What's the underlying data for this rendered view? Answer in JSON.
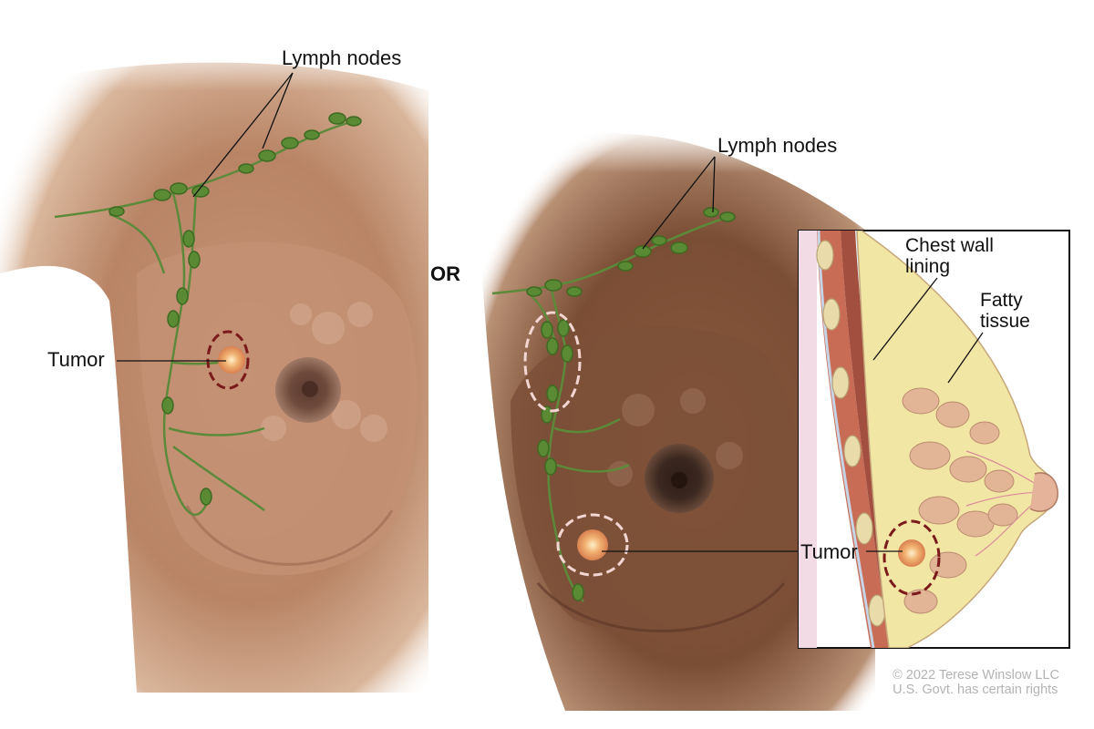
{
  "figure": {
    "separator": "OR",
    "left_panel": {
      "lymph_nodes_label": "Lymph nodes",
      "tumor_label": "Tumor"
    },
    "right_panel": {
      "lymph_nodes_label": "Lymph nodes",
      "tumor_label": "Tumor",
      "inset": {
        "chest_wall_label_line1": "Chest wall",
        "chest_wall_label_line2": "lining",
        "fatty_tissue_label_line1": "Fatty",
        "fatty_tissue_label_line2": "tissue"
      }
    },
    "credit": {
      "line1": "© 2022 Terese Winslow LLC",
      "line2": "U.S. Govt. has certain rights"
    },
    "colors": {
      "skin_light": "#d3a684",
      "skin_dark": "#8a5a3c",
      "lymph_green": "#4f7a33",
      "tumor_outline_dark": "#7a1a1a",
      "tumor_outline_light": "#f3d6d2",
      "fat_yellow": "#f2e6a5",
      "muscle_red": "#c86c56"
    }
  }
}
